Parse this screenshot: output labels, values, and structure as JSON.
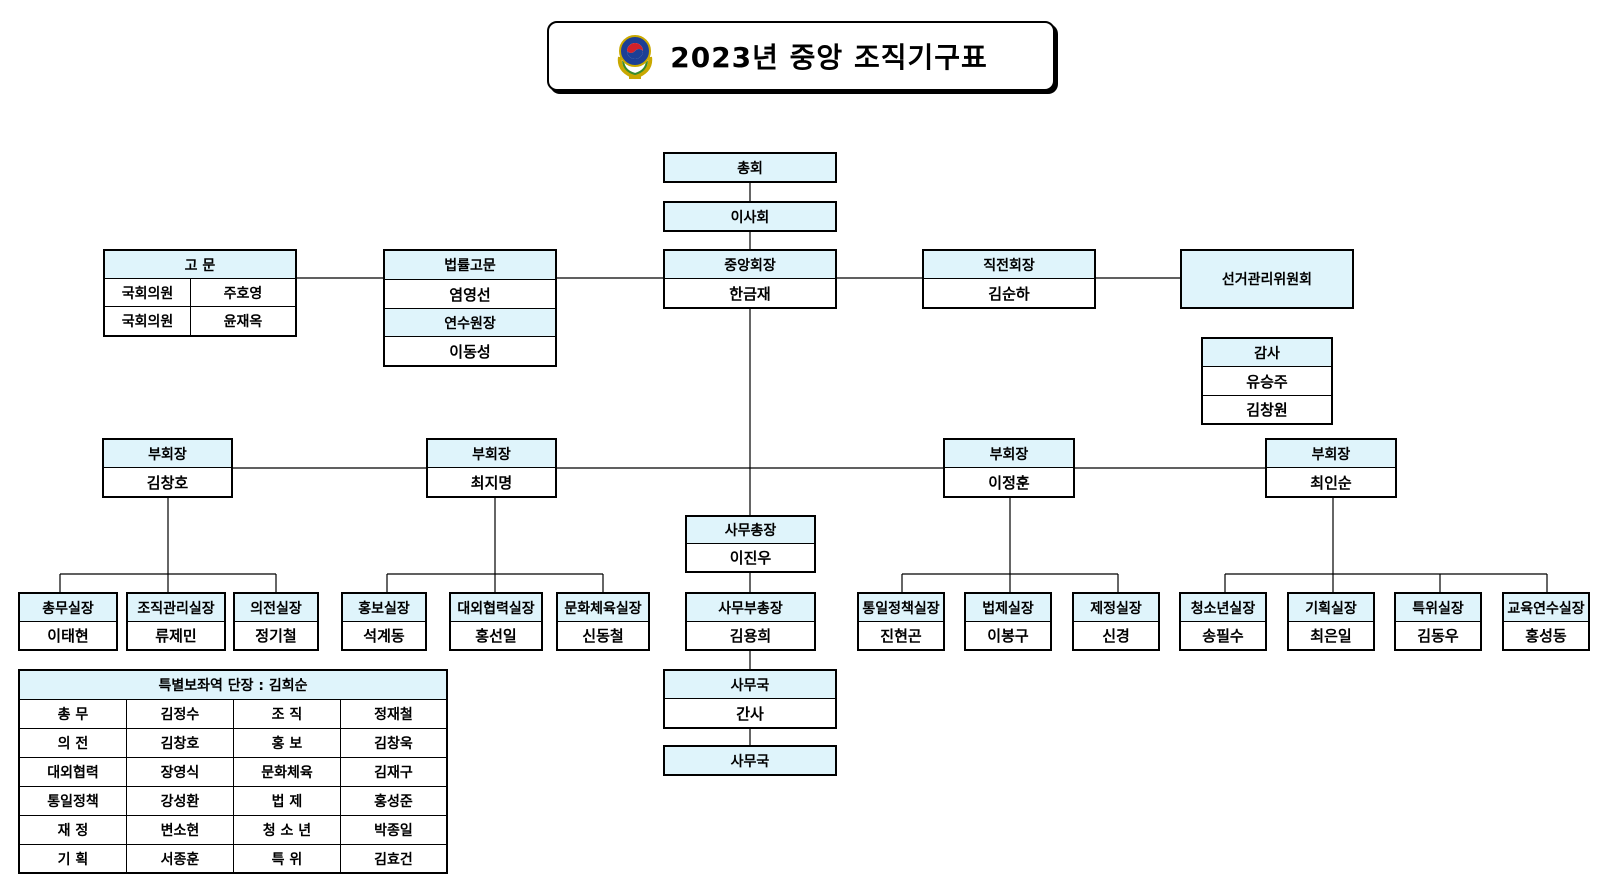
{
  "title": "2023년  중앙 조직기구표",
  "top": {
    "general_assembly": "총회",
    "board": "이사회",
    "president_title": "중앙회장",
    "president_name": "한금재"
  },
  "advisor": {
    "title": "고   문",
    "rows": [
      {
        "role": "국회의원",
        "name": "주호영"
      },
      {
        "role": "국회의원",
        "name": "윤재옥"
      }
    ]
  },
  "legal": {
    "title": "법률고문",
    "name": "염영선",
    "training_title": "연수원장",
    "training_name": "이동성"
  },
  "former_president": {
    "title": "직전회장",
    "name": "김순하"
  },
  "election_committee": "선거관리위원회",
  "audit": {
    "title": "감사",
    "names": [
      "유승주",
      "김창원"
    ]
  },
  "vice_presidents": [
    {
      "title": "부회장",
      "name": "김창호"
    },
    {
      "title": "부회장",
      "name": "최지명"
    },
    {
      "title": "부회장",
      "name": "이정훈"
    },
    {
      "title": "부회장",
      "name": "최인순"
    }
  ],
  "secretariat": {
    "sg_title": "사무총장",
    "sg_name": "이진우",
    "dsg_title": "사무부총장",
    "dsg_name": "김용희",
    "office_title": "사무국",
    "office_name": "간사",
    "office_bottom": "사무국"
  },
  "departments": [
    {
      "title": "총무실장",
      "name": "이태현"
    },
    {
      "title": "조직관리실장",
      "name": "류제민"
    },
    {
      "title": "의전실장",
      "name": "정기철"
    },
    {
      "title": "홍보실장",
      "name": "석계동"
    },
    {
      "title": "대외협력실장",
      "name": "홍선일"
    },
    {
      "title": "문화체육실장",
      "name": "신동철"
    },
    {
      "title": "통일정책실장",
      "name": "진현곤"
    },
    {
      "title": "법제실장",
      "name": "이봉구"
    },
    {
      "title": "제정실장",
      "name": "신경"
    },
    {
      "title": "청소년실장",
      "name": "송필수"
    },
    {
      "title": "기획실장",
      "name": "최은일"
    },
    {
      "title": "특위실장",
      "name": "김동우"
    },
    {
      "title": "교육연수실장",
      "name": "홍성동"
    }
  ],
  "special": {
    "title": "특별보좌역 단장 : 김희순",
    "rows": [
      [
        "총    무",
        "김정수",
        "조    직",
        "정재철"
      ],
      [
        "의    전",
        "김창호",
        "홍    보",
        "김창욱"
      ],
      [
        "대외협력",
        "장영식",
        "문화체육",
        "김재구"
      ],
      [
        "통일정책",
        "강성환",
        "법    제",
        "홍성준"
      ],
      [
        "재    정",
        "변소현",
        "청 소 년",
        "박종일"
      ],
      [
        "기    획",
        "서종훈",
        "특    위",
        "김효건"
      ]
    ]
  },
  "colors": {
    "header_fill": "#dff4fb",
    "border": "#000000"
  },
  "icons": {
    "emblem": "organization-emblem-icon"
  }
}
